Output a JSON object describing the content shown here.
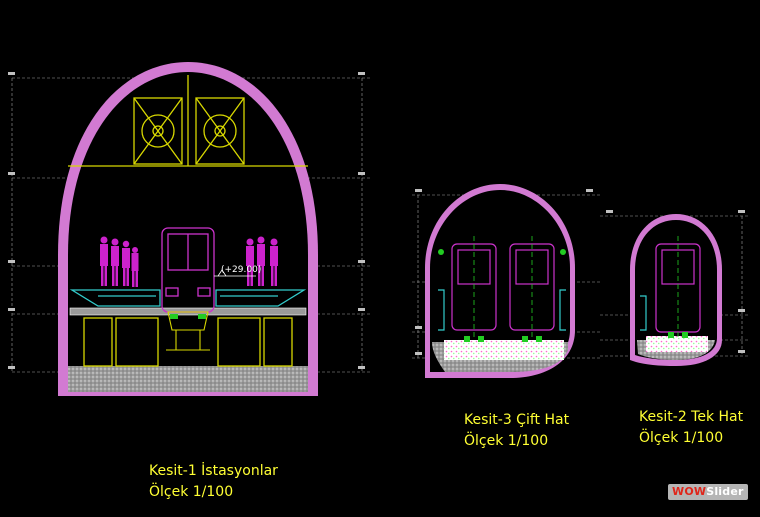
{
  "sections": [
    {
      "title": "Kesit-1 İstasyonlar",
      "scale": "Ölçek 1/100"
    },
    {
      "title": "Kesit-3 Çift Hat",
      "scale": "Ölçek 1/100"
    },
    {
      "title": "Kesit-2 Tek Hat",
      "scale": "Ölçek 1/100"
    }
  ],
  "elevation_note": "(+29.00)",
  "watermark": {
    "part1": "WOW",
    "part2": "Slider"
  },
  "colors": {
    "tunnel_lining": "#d27ad2",
    "train_outline": "#cc33cc",
    "figures": "#cc22cc",
    "fan_units": "#d8d800",
    "platform": "#33cccc",
    "dimension_lines": "#a0a0a0",
    "label_text": "#ffff33",
    "rail": "#22cc22"
  }
}
